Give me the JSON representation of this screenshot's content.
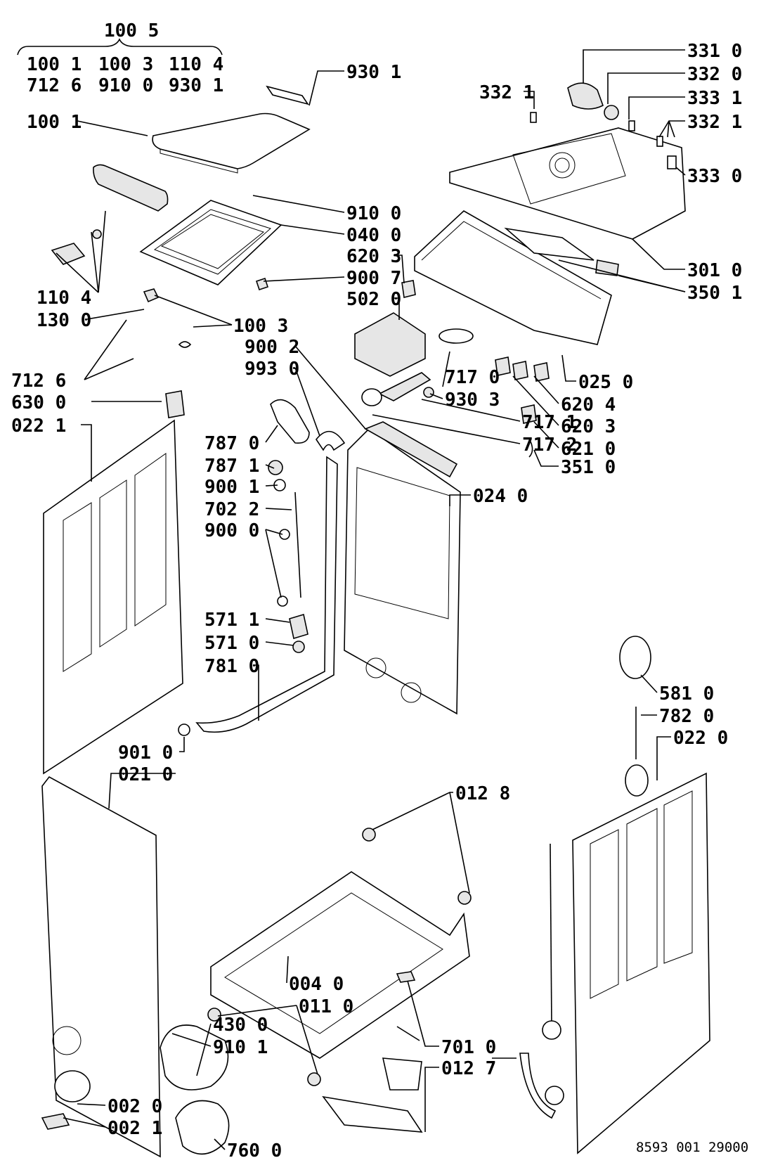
{
  "group_header": {
    "title": "100 5",
    "row1": [
      "100 1",
      "100 3",
      "110 4"
    ],
    "row2": [
      "712 6",
      "910 0",
      "930 1"
    ]
  },
  "callouts": [
    "930 1",
    "100 1",
    "910 0",
    "040 0",
    "620 3",
    "900 7",
    "502 0",
    "110 4",
    "130 0",
    "100 3",
    "900 2",
    "993 0",
    "712 6",
    "630 0",
    "022 1",
    "331 0",
    "332 0",
    "332 1",
    "333 1",
    "332 1",
    "333 0",
    "301 0",
    "350 1",
    "025 0",
    "717 0",
    "930 3",
    "717 1",
    "717 2",
    "620 4",
    "620 3",
    "621 0",
    "351 0",
    "024 0",
    "787 0",
    "787 1",
    "900 1",
    "702 2",
    "900 0",
    "571 1",
    "571 0",
    "781 0",
    "901 0",
    "021 0",
    "581 0",
    "782 0",
    "022 0",
    "012 8",
    "004 0",
    "011 0",
    "701 0",
    "012 7",
    "430 0",
    "910 1",
    "002 0",
    "002 1",
    "760 0"
  ],
  "footer_code": "8593 001 29000"
}
